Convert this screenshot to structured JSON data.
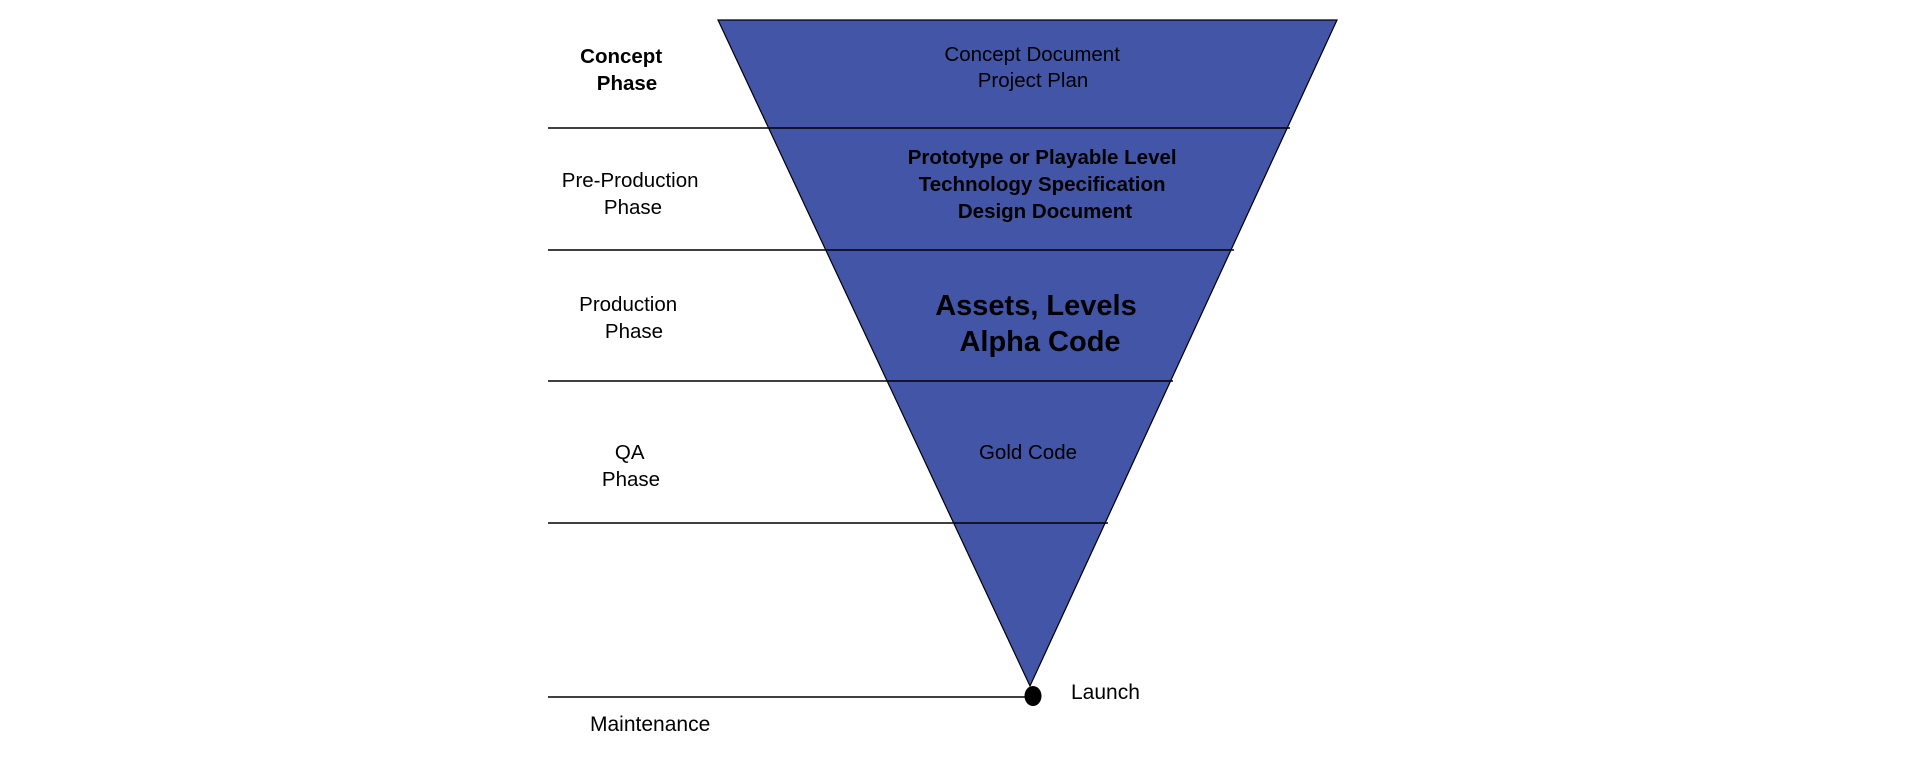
{
  "colors": {
    "funnel_fill": "#4255A6",
    "highlight_text": "#5BB84A",
    "line": "#000000"
  },
  "phases": [
    {
      "label_lines": [
        "Concept",
        "Phase"
      ],
      "bold": true,
      "deliverables": [
        "Concept Document",
        "Project Plan"
      ],
      "style": "normal"
    },
    {
      "label_lines": [
        "Pre-Production",
        "Phase"
      ],
      "bold": false,
      "deliverables": [
        "Prototype or Playable Level",
        "Technology Specification",
        "Design Document"
      ],
      "style": "bold"
    },
    {
      "label_lines": [
        "Production",
        "Phase"
      ],
      "bold": false,
      "deliverables": [
        "Assets, Levels",
        "Alpha Code"
      ],
      "style": "green"
    },
    {
      "label_lines": [
        "QA",
        "Phase"
      ],
      "bold": false,
      "deliverables": [
        "Gold Code"
      ],
      "style": "normal"
    }
  ],
  "launch_label": "Launch",
  "maintenance_label": "Maintenance"
}
